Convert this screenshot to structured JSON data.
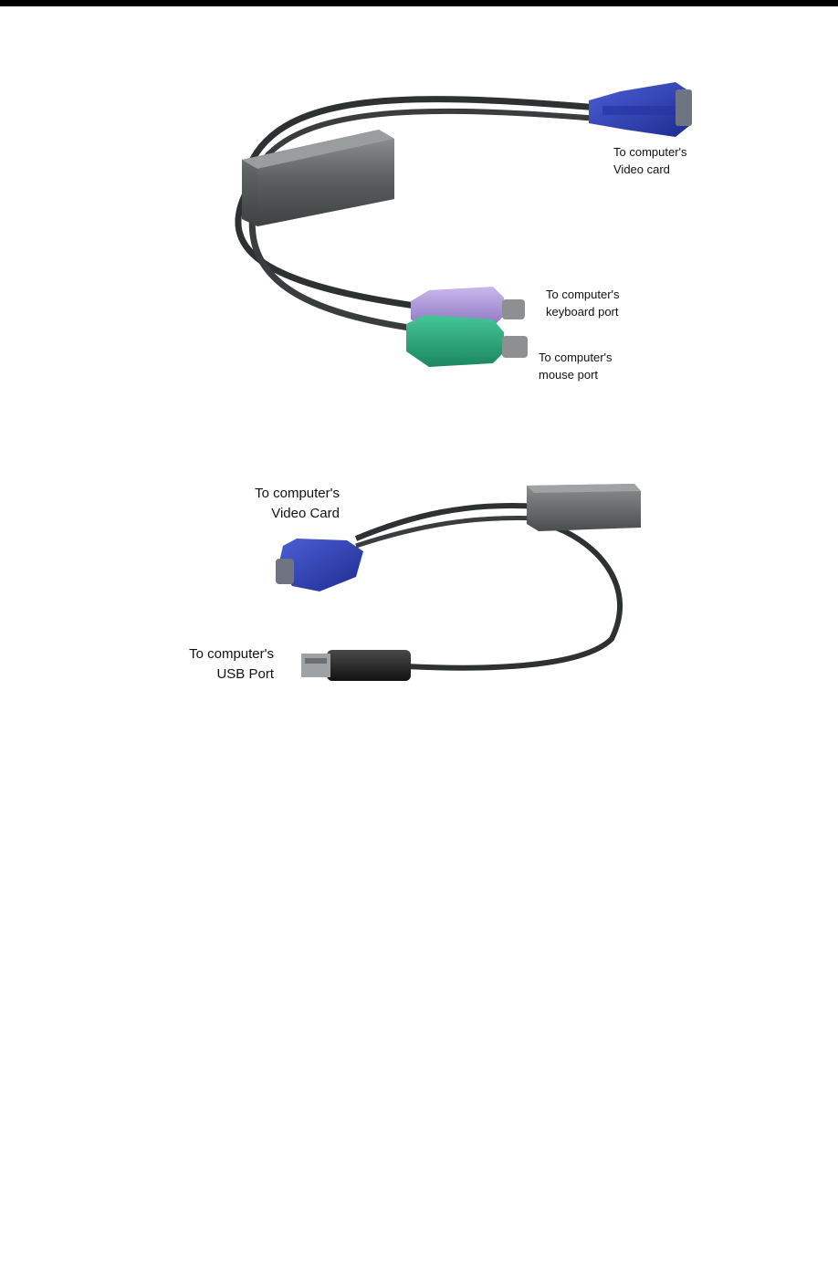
{
  "figure_ps2": {
    "video_label": [
      "To computer's",
      "Video card"
    ],
    "keyboard_label": [
      "To computer's",
      "keyboard port"
    ],
    "mouse_label": [
      "To computer's",
      "mouse port"
    ],
    "colors": {
      "vga": "#2f3fb4",
      "keyboard": "#a58fd1",
      "mouse": "#2aa57a",
      "module": "#5a5d5e"
    }
  },
  "figure_usb": {
    "video_label": [
      "To computer's",
      "Video Card"
    ],
    "usb_label": [
      "To computer's",
      "USB Port"
    ],
    "colors": {
      "vga": "#2f3fb4",
      "usb": "#222222",
      "module": "#5a5d5e"
    }
  }
}
